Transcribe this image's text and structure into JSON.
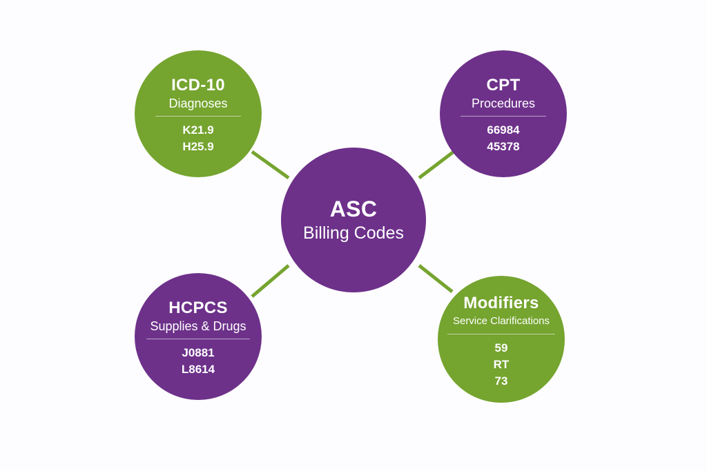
{
  "diagram": {
    "title": "ASC Billing Codes",
    "center": {
      "title": "ASC",
      "subtitle": "Billing Codes",
      "color": "#6d318a"
    },
    "nodes": [
      {
        "id": "icd10",
        "title": "ICD-10",
        "subtitle": "Diagnoses",
        "codes": [
          "K21.9",
          "H25.9"
        ],
        "color": "#75a42f",
        "position": "top-left"
      },
      {
        "id": "cpt",
        "title": "CPT",
        "subtitle": "Procedures",
        "codes": [
          "66984",
          "45378"
        ],
        "color": "#6d318a",
        "position": "top-right"
      },
      {
        "id": "hcpcs",
        "title": "HCPCS",
        "subtitle": "Supplies & Drugs",
        "codes": [
          "J0881",
          "L8614"
        ],
        "color": "#6d318a",
        "position": "bottom-left"
      },
      {
        "id": "modifiers",
        "title": "Modifiers",
        "subtitle": "Service Clarifications",
        "codes": [
          "59",
          "RT",
          "73"
        ],
        "color": "#75a42f",
        "position": "bottom-right"
      }
    ],
    "connector_color": "#75a42f"
  }
}
